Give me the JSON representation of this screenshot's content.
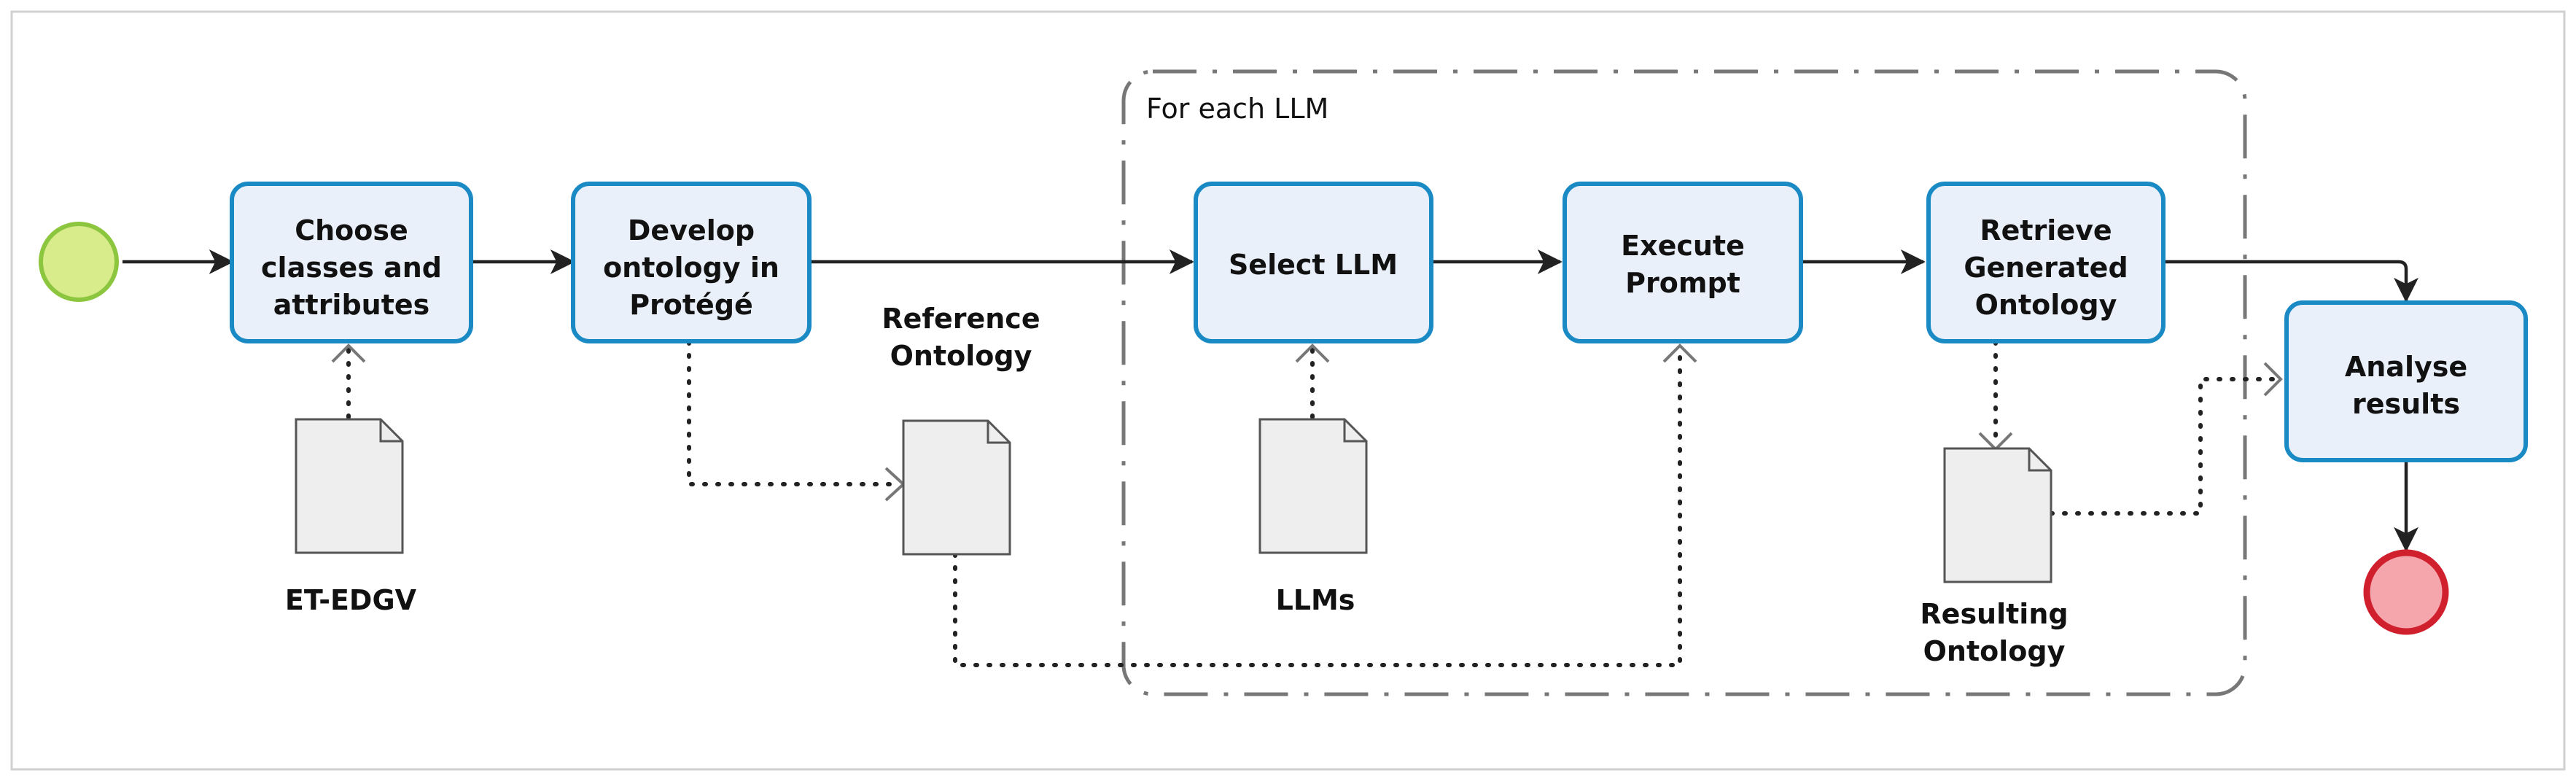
{
  "loop": {
    "label": "For each LLM"
  },
  "tasks": {
    "choose": [
      "Choose",
      "classes and",
      "attributes"
    ],
    "develop": [
      "Develop",
      "ontology in",
      "Protégé"
    ],
    "select": [
      "Select LLM"
    ],
    "execute": [
      "Execute",
      "Prompt"
    ],
    "retrieve": [
      "Retrieve",
      "Generated",
      "Ontology"
    ],
    "analyse": [
      "Analyse",
      "results"
    ]
  },
  "documents": {
    "etedgv": [
      "ET-EDGV"
    ],
    "reference": [
      "Reference",
      "Ontology"
    ],
    "llms": [
      "LLMs"
    ],
    "resulting": [
      "Resulting",
      "Ontology"
    ]
  },
  "colors": {
    "task_fill": "#eaf0fa",
    "task_stroke": "#1a8ac4",
    "start_fill": "#d8ec8c",
    "start_stroke": "#8cc63f",
    "end_fill": "#f5a6ad",
    "end_stroke": "#d0202e",
    "doc_fill": "#eeeeee",
    "doc_stroke": "#555555"
  }
}
